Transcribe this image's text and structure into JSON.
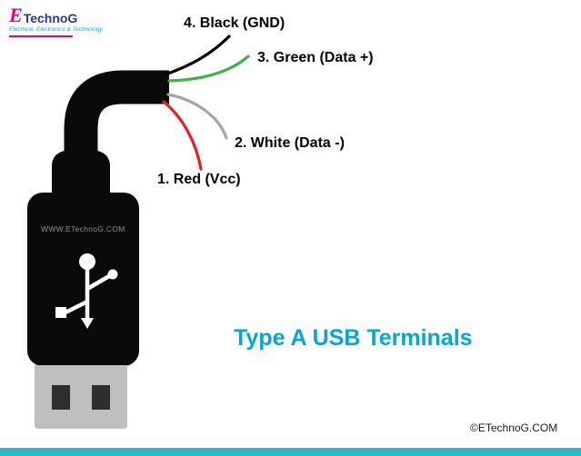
{
  "logo": {
    "e": "E",
    "name": "TechnoG",
    "tagline": "Electrical, Electronics & Technology"
  },
  "wires": [
    {
      "num": "4",
      "label": "4. Black (GND)",
      "color": "#000000"
    },
    {
      "num": "3",
      "label": "3. Green (Data +)",
      "color": "#3ab54a"
    },
    {
      "num": "2",
      "label": "2. White (Data -)",
      "color": "#a6a6a6"
    },
    {
      "num": "1",
      "label": "1. Red (Vcc)",
      "color": "#ed1c24"
    }
  ],
  "title": "Type A USB Terminals",
  "watermark": "WWW.ETechnoG.COM",
  "copyright": "©ETechnoG.COM",
  "colors": {
    "accent_teal": "#2fb9c7",
    "title_cyan": "#00a9d4",
    "logo_magenta": "#e6007e",
    "logo_blue": "#2b3990",
    "plug_black": "#0a0a0a",
    "metal_gray": "#bfbfbf"
  }
}
